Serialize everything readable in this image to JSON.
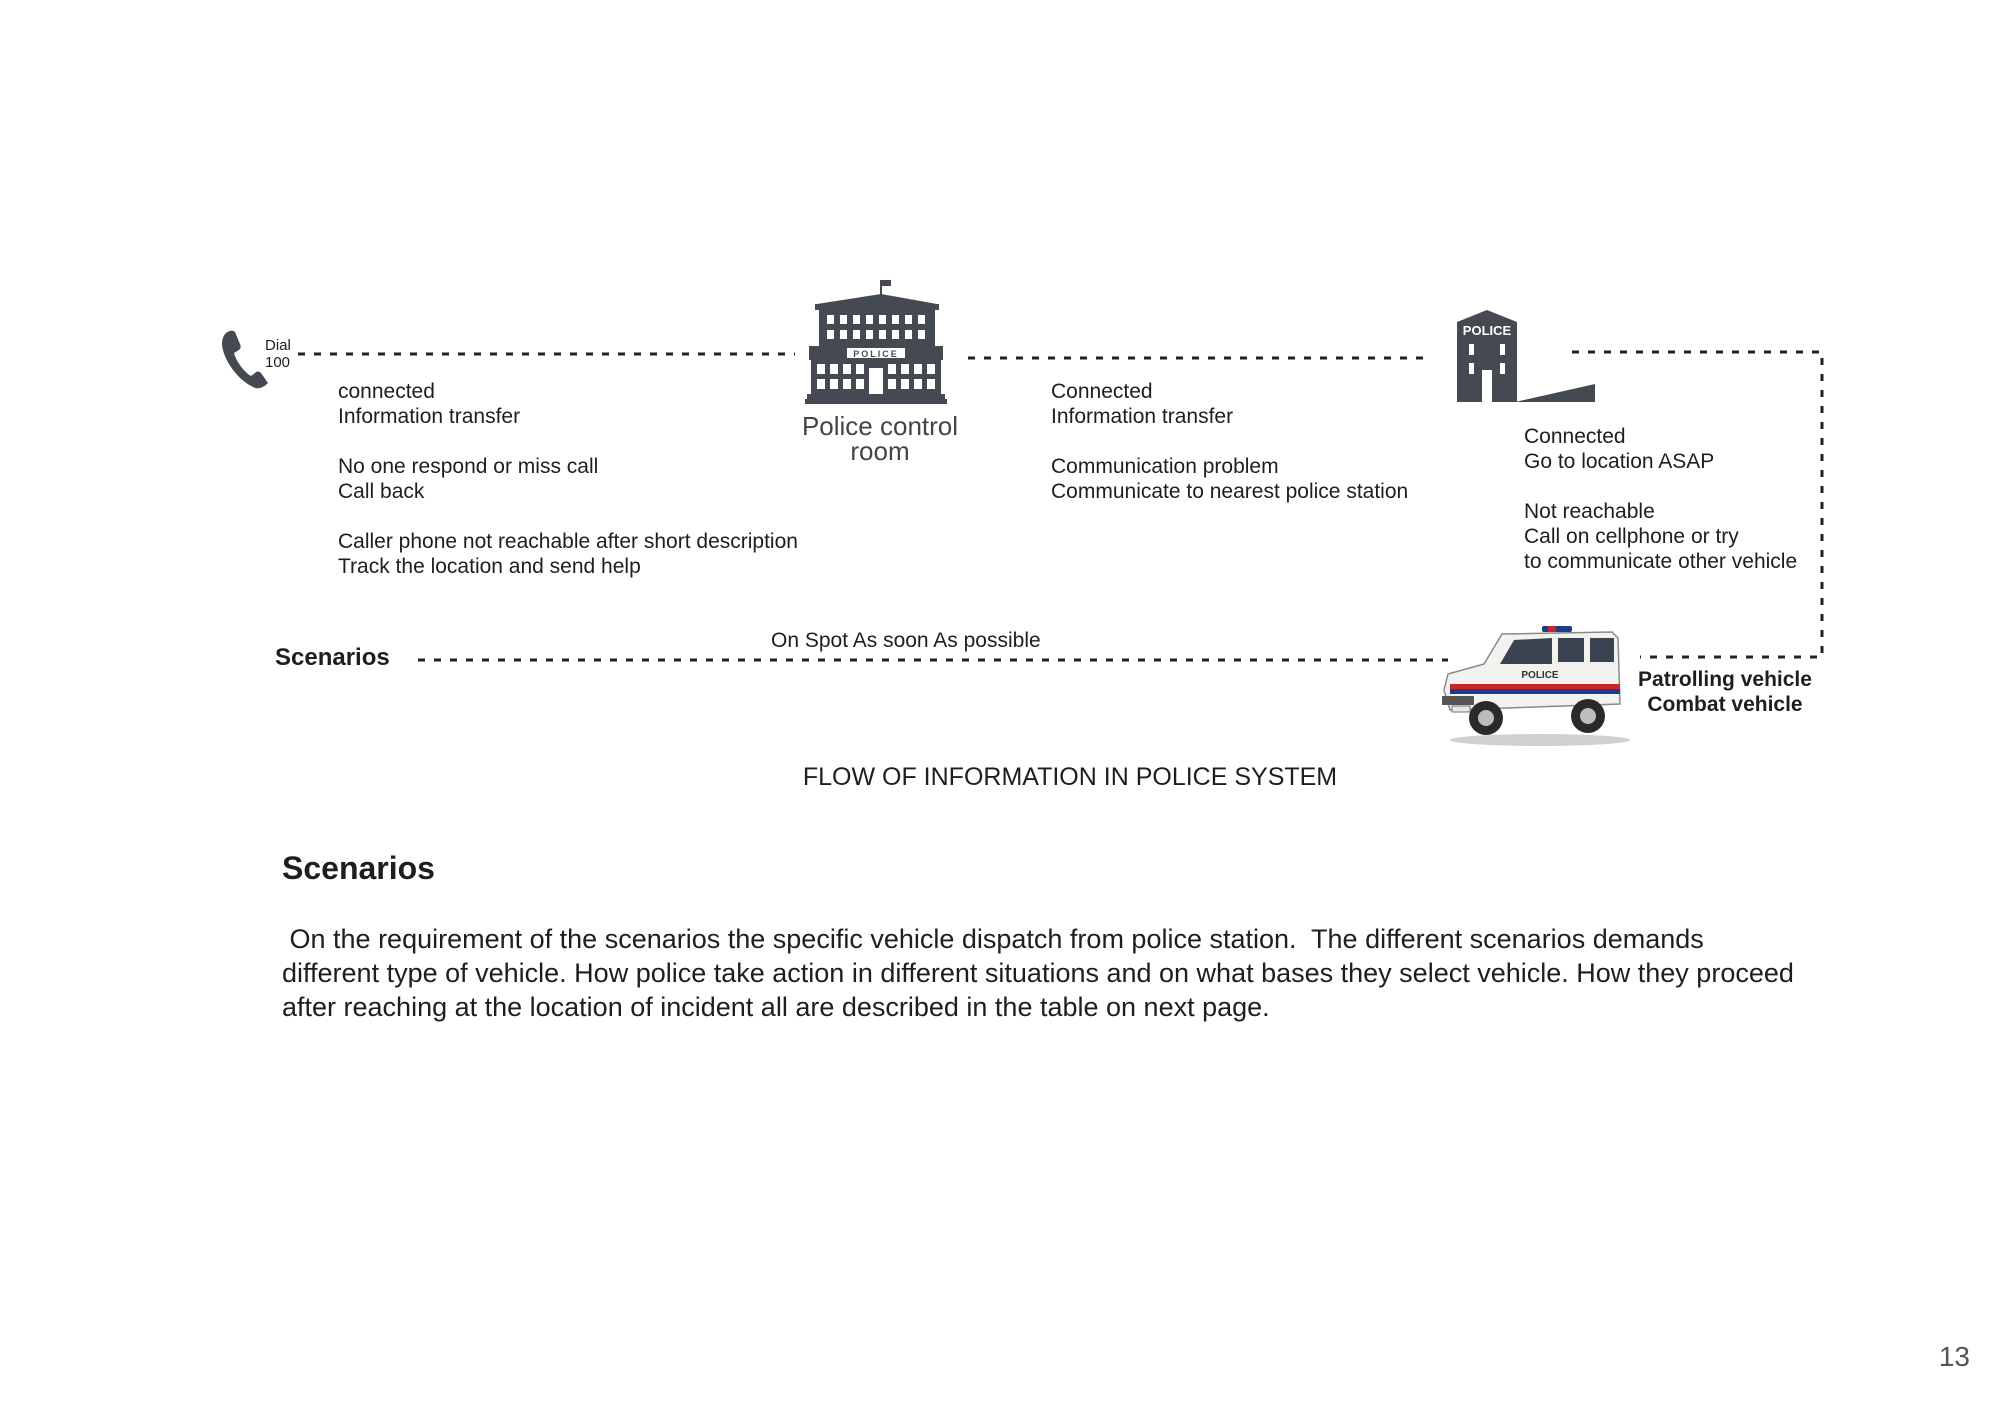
{
  "diagram": {
    "phone_label_line1": "Dial",
    "phone_label_line2": "100",
    "control_room": {
      "building_sign": "POLICE",
      "label_line1": "Police control",
      "label_line2": "room"
    },
    "police_station": {
      "building_sign": "POLICE"
    },
    "caller_to_control": {
      "line1": "connected",
      "line2": "Information transfer",
      "line3": "No one respond or miss call",
      "line4": "Call back",
      "line5": "Caller phone not reachable after short description",
      "line6": "Track the location and send help"
    },
    "control_to_station": {
      "line1": "Connected",
      "line2": "Information transfer",
      "line3": "Communication problem",
      "line4": "Communicate to nearest police station"
    },
    "station_to_vehicle": {
      "line1": "Connected",
      "line2": "Go to location ASAP",
      "line3": "Not reachable",
      "line4": "Call on cellphone or try",
      "line5": "to communicate other vehicle"
    },
    "scenarios_label": "Scenarios",
    "on_spot_label": "On Spot As soon As possible",
    "vehicle": {
      "line1": "Patrolling vehicle",
      "line2": "Combat vehicle",
      "body_text": "POLICE"
    },
    "caption": "FLOW OF INFORMATION IN POLICE SYSTEM"
  },
  "section": {
    "heading": "Scenarios",
    "paragraph": " On the requirement of the scenarios the specific vehicle dispatch from police station.  The different scenarios demands different type of vehicle. How police take action in different situations and on what bases they select vehicle. How they proceed after reaching at the location of incident all are described in the table on next page."
  },
  "page_number": "13",
  "colors": {
    "icon": "#454a52",
    "text": "#1e1e1e",
    "vehicle_stripe_red": "#c62828",
    "vehicle_stripe_blue": "#1e3a8a"
  }
}
